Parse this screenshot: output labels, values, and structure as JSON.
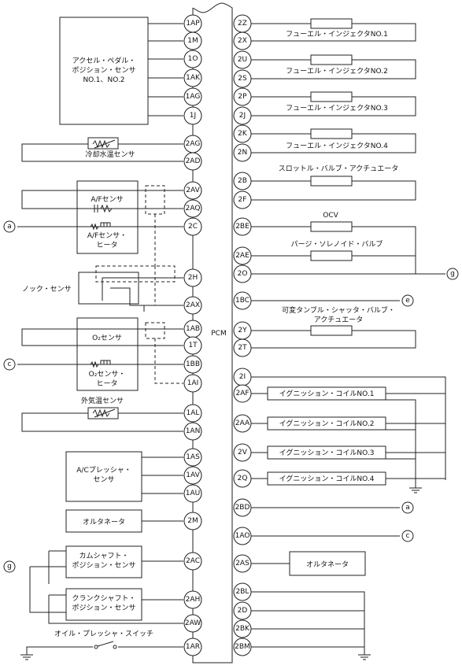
{
  "pcm_label": "PCM",
  "left_pins": [
    "1AP",
    "1M",
    "1O",
    "1AK",
    "1AG",
    "1J",
    "2AG",
    "2AD",
    "2AV",
    "2AQ",
    "2C",
    "2H",
    "2AX",
    "1AB",
    "1T",
    "1BB",
    "1AI",
    "1AL",
    "1AN",
    "1AS",
    "1AV",
    "1AU",
    "2M",
    "2AC",
    "2AH",
    "2AW",
    "1AR"
  ],
  "right_pins": [
    "2Z",
    "2X",
    "2U",
    "2S",
    "2P",
    "2J",
    "2K",
    "2N",
    "2B",
    "2F",
    "2BE",
    "2AE",
    "2O",
    "1BC",
    "2Y",
    "2T",
    "2I",
    "2AF",
    "2AA",
    "2V",
    "2Q",
    "2BD",
    "1AO",
    "2AS",
    "2BL",
    "2D",
    "2BK",
    "2BM"
  ],
  "left_components": {
    "accel_sensor": "アクセル・ペダル・\nポジション・センサ\nNO.1、NO.2",
    "coolant_sensor": "冷却水温センサ",
    "af_sensor": "A/Fセンサ",
    "af_heater": "A/Fセンサ・\nヒータ",
    "knock_sensor": "ノック・センサ",
    "o2_sensor": "O₂センサ",
    "o2_heater": "O₂センサ・\nヒータ",
    "ambient_sensor": "外気温センサ",
    "ac_pressure": "A/Cプレッシャ・\nセンサ",
    "alternator_l": "オルタネータ",
    "camshaft": "カムシャフト・\nポジション・センサ",
    "crankshaft": "クランクシャフト・\nポジション・センサ",
    "oil_pressure": "オイル・プレッシャ・スイッチ"
  },
  "right_components": {
    "inj1": "フューエル・インジェクタNO.1",
    "inj2": "フューエル・インジェクタNO.2",
    "inj3": "フューエル・インジェクタNO.3",
    "inj4": "フューエル・インジェクタNO.4",
    "throttle": "スロットル・バルブ・アクチュエータ",
    "ocv": "OCV",
    "purge": "パージ・ソレノイド・バルブ",
    "tumble": "可変タンブル・シャッタ・バルブ・\nアクチュエータ",
    "coil1": "イグニッション・コイルNO.1",
    "coil2": "イグニッション・コイルNO.2",
    "coil3": "イグニッション・コイルNO.3",
    "coil4": "イグニッション・コイルNO.4",
    "alternator_r": "オルタネータ"
  },
  "connectors": {
    "a": "a",
    "c": "c",
    "e": "e",
    "g": "g"
  }
}
